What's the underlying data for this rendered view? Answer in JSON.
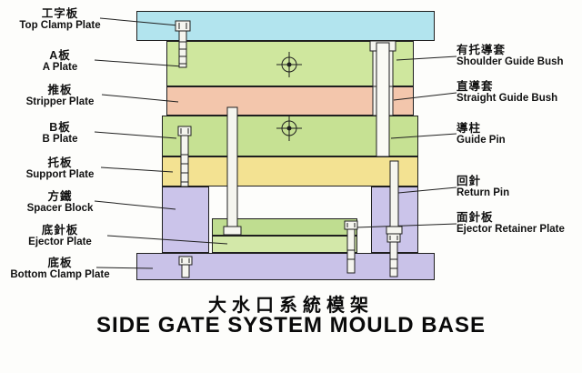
{
  "title": {
    "zh": "大水口系統模架",
    "en": "SIDE GATE SYSTEM MOULD BASE"
  },
  "labels_left": [
    {
      "zh": "工字板",
      "en": "Top Clamp Plate"
    },
    {
      "zh": "A板",
      "en": "A Plate"
    },
    {
      "zh": "推板",
      "en": "Stripper Plate"
    },
    {
      "zh": "B板",
      "en": "B Plate"
    },
    {
      "zh": "托板",
      "en": "Support Plate"
    },
    {
      "zh": "方鐵",
      "en": "Spacer Block"
    },
    {
      "zh": "底針板",
      "en": "Ejector Plate"
    },
    {
      "zh": "底板",
      "en": "Bottom Clamp Plate"
    }
  ],
  "labels_right": [
    {
      "zh": "有托導套",
      "en": "Shoulder Guide Bush"
    },
    {
      "zh": "直導套",
      "en": "Straight Guide Bush"
    },
    {
      "zh": "導柱",
      "en": "Guide Pin"
    },
    {
      "zh": "回針",
      "en": "Return Pin"
    },
    {
      "zh": "面針板",
      "en": "Ejector Retainer Plate"
    }
  ],
  "colors": {
    "top_clamp_plate": "#b2e4ee",
    "a_plate": "#cfe79e",
    "stripper_plate": "#f3c6ac",
    "b_plate": "#c6e193",
    "support_plate": "#f3e292",
    "spacer_block": "#cbc4ea",
    "ejector_retainer_plate": "#bfdd90",
    "ejector_plate": "#d3e8a9",
    "bottom_clamp_plate": "#c9c2e8",
    "pin_fill": "#f5f5ef",
    "outline": "#1f1f1f"
  }
}
